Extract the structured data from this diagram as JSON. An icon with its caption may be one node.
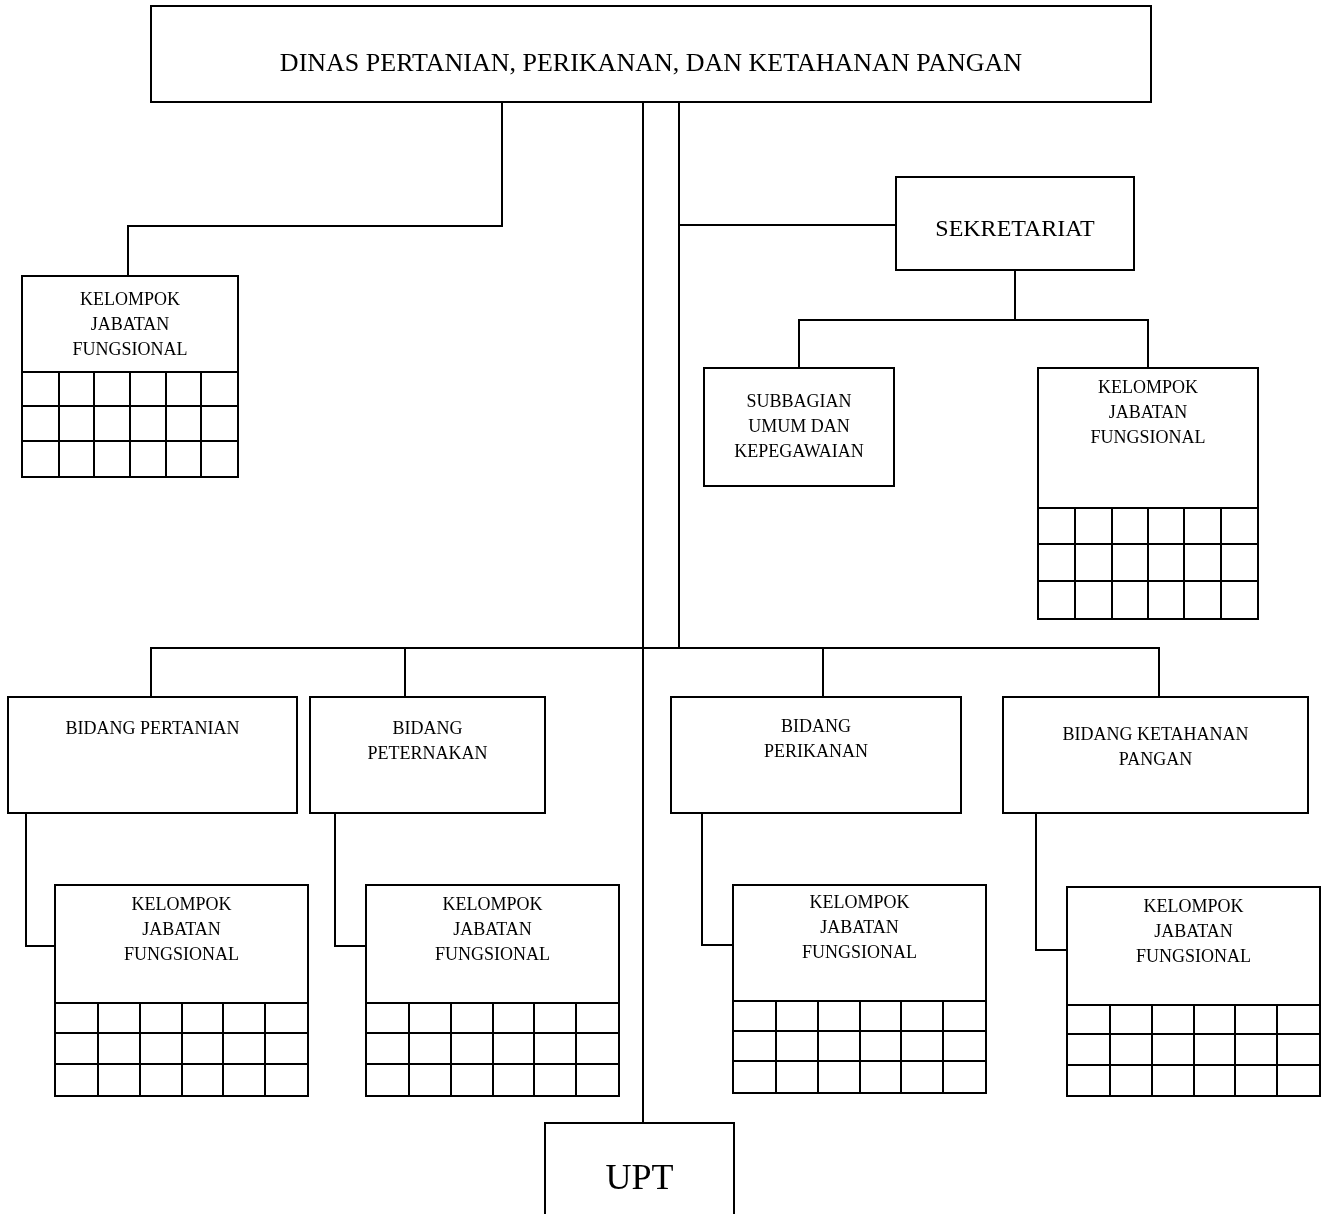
{
  "diagram": {
    "nodes": [
      {
        "text": [
          "DINAS PERTANIAN, PERIKANAN, DAN KETAHANAN PANGAN"
        ]
      },
      {
        "text": [
          "KELOMPOK JABATAN FUNGSIONAL"
        ]
      },
      {
        "text": [
          "SEKRETARIAT"
        ]
      },
      {
        "text": [
          "SUBBAGIAN UMUM DAN KEPEGAWAIAN"
        ]
      },
      {
        "text": [
          "KELOMPOK JABATAN FUNGSIONAL"
        ]
      },
      {
        "text": [
          "BIDANG PERTANIAN"
        ]
      },
      {
        "text": [
          "BIDANG PETERNAKAN"
        ]
      },
      {
        "text": [
          "BIDANG PERIKANAN"
        ]
      },
      {
        "text": [
          "BIDANG KETAHANAN PANGAN"
        ]
      },
      {
        "text": [
          "KELOMPOK JABATAN FUNGSIONAL"
        ]
      },
      {
        "text": [
          "KELOMPOK JABATAN FUNGSIONAL"
        ]
      },
      {
        "text": [
          "KELOMPOK JABATAN FUNGSIONAL"
        ]
      },
      {
        "text": [
          "KELOMPOK JABATAN FUNGSIONAL"
        ]
      },
      {
        "text": [
          "UPT"
        ]
      }
    ],
    "edges": [
      {
        "from": 0,
        "to": 1,
        "arrow": "none"
      },
      {
        "from": 0,
        "to": 2,
        "arrow": "none"
      },
      {
        "from": 2,
        "to": 3,
        "arrow": "none"
      },
      {
        "from": 2,
        "to": 4,
        "arrow": "none"
      },
      {
        "from": 0,
        "to": 5,
        "arrow": "none"
      },
      {
        "from": 0,
        "to": 6,
        "arrow": "none"
      },
      {
        "from": 0,
        "to": 7,
        "arrow": "none"
      },
      {
        "from": 0,
        "to": 8,
        "arrow": "none"
      },
      {
        "from": 5,
        "to": 9,
        "arrow": "none"
      },
      {
        "from": 6,
        "to": 10,
        "arrow": "none"
      },
      {
        "from": 7,
        "to": 11,
        "arrow": "none"
      },
      {
        "from": 8,
        "to": 12,
        "arrow": "none"
      },
      {
        "from": 0,
        "to": 13,
        "arrow": "none"
      }
    ]
  }
}
